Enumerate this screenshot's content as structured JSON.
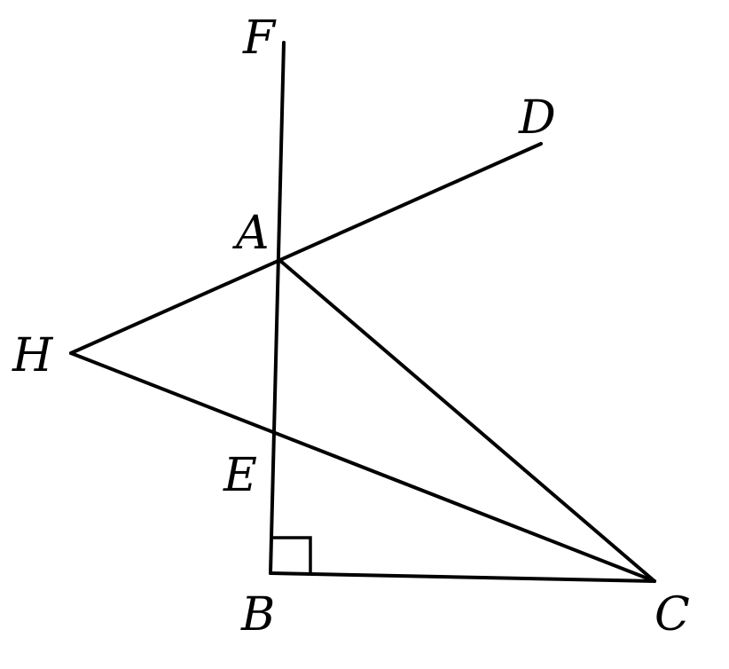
{
  "points": {
    "F": "F",
    "D": "D",
    "A": "A",
    "H": "H",
    "E": "E",
    "B": "B",
    "C": "C"
  },
  "segments": [
    "BF",
    "HD",
    "AC",
    "HC",
    "BC"
  ],
  "right_angle_at": "B",
  "colors": {
    "stroke": "#000000",
    "background": "#ffffff"
  }
}
